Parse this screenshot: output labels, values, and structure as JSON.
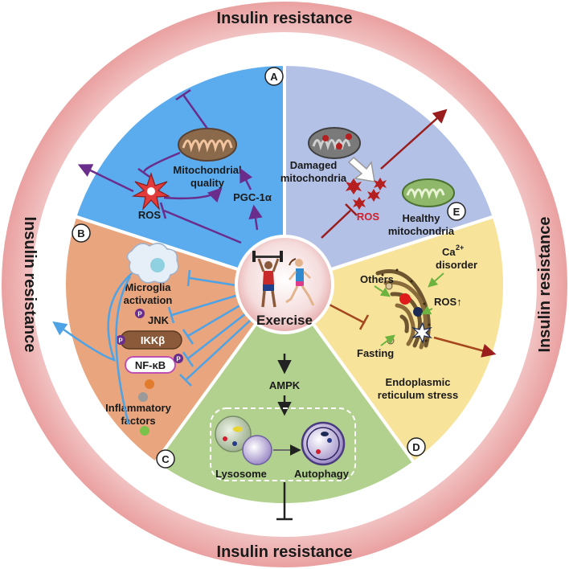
{
  "ring": {
    "top": "Insulin resistance",
    "bottom": "Insulin resistance",
    "left": "Insulin resistance",
    "right": "Insulin resistance"
  },
  "center": {
    "label": "Exercise"
  },
  "sections": {
    "a": {
      "badge": "A",
      "mito_line1": "Mitochondrial",
      "mito_line2": "quality",
      "ros": "ROS",
      "pgc": "PGC-1α",
      "color": "#5aacee"
    },
    "e": {
      "badge": "E",
      "damaged_line1": "Damaged",
      "damaged_line2": "mitochondria",
      "ros": "ROS",
      "healthy_line1": "Healthy",
      "healthy_line2": "mitochondria",
      "color": "#b3c1e6"
    },
    "d": {
      "badge": "D",
      "ca_line1": "Ca",
      "ca_sup": "2+",
      "ca_line2": "disorder",
      "others": "Others",
      "ros": "ROS↑",
      "fasting": "Fasting",
      "er_line1": "Endoplasmic",
      "er_line2": "reticulum stress",
      "color": "#f8e39a"
    },
    "c": {
      "badge": "C",
      "ampk": "AMPK",
      "lysosome": "Lysosome",
      "autophagy": "Autophagy",
      "color": "#b2d18f"
    },
    "b": {
      "badge": "B",
      "microglia_line1": "Microglia",
      "microglia_line2": "activation",
      "jnk": "JNK",
      "ikk": "IKKβ",
      "nfkb": "NF-κB",
      "p": "P",
      "inflam_line1": "Inflammatory",
      "inflam_line2": "factors",
      "color": "#e9a57d"
    }
  }
}
